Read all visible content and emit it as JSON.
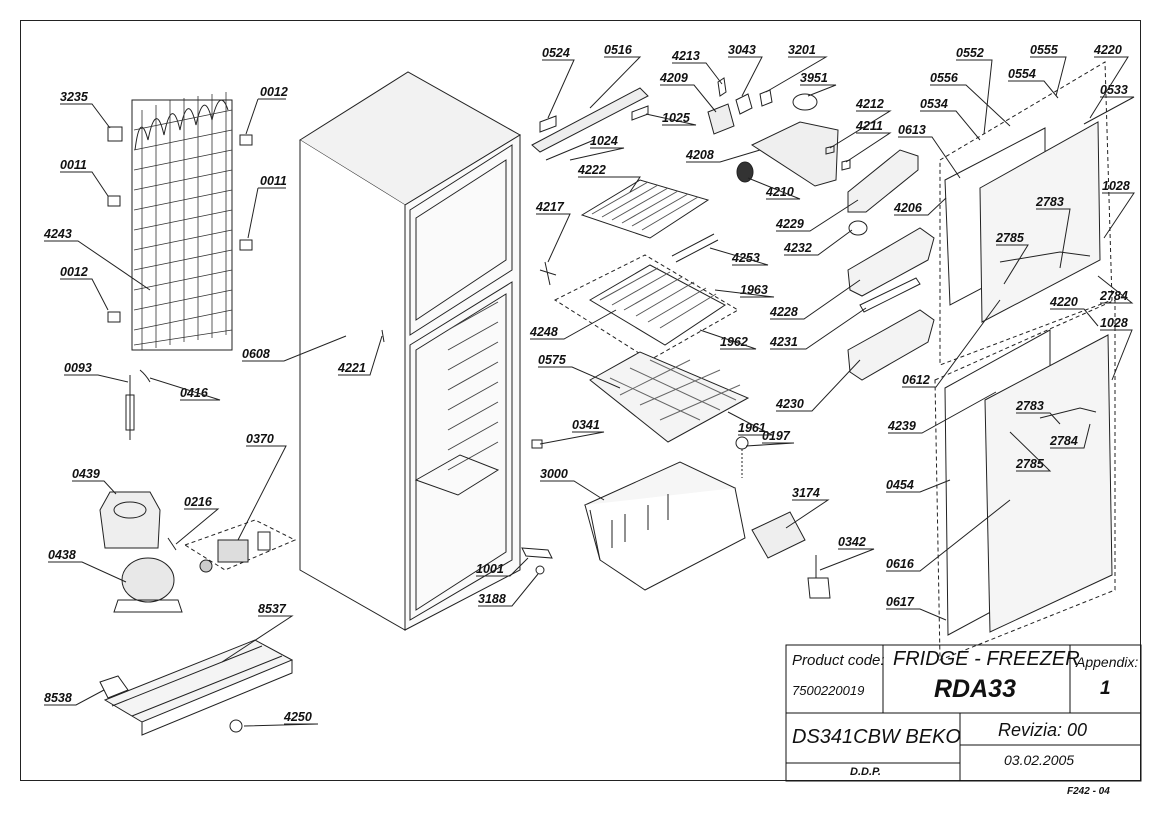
{
  "drawing": {
    "part_labels": [
      "3235",
      "0012",
      "0011",
      "0011",
      "4243",
      "0012",
      "0093",
      "0416",
      "0439",
      "0370",
      "0216",
      "0438",
      "8537",
      "8538",
      "4250",
      "0608",
      "4221",
      "0524",
      "0516",
      "1025",
      "1024",
      "4222",
      "4217",
      "4253",
      "1963",
      "4248",
      "1962",
      "0575",
      "1961",
      "0341",
      "0197",
      "3000",
      "1001",
      "3188",
      "4213",
      "3043",
      "3201",
      "4209",
      "3951",
      "4212",
      "4208",
      "4211",
      "4210",
      "4229",
      "4232",
      "4228",
      "4231",
      "4230",
      "0552",
      "0555",
      "4220",
      "0556",
      "0554",
      "0534",
      "0533",
      "0613",
      "4206",
      "1028",
      "2783",
      "2785",
      "2784",
      "4220",
      "1028",
      "0612",
      "4239",
      "2783",
      "2784",
      "2785",
      "0454",
      "0616",
      "0617",
      "3174",
      "0342"
    ]
  },
  "title_block": {
    "product_code_label": "Product code:",
    "product_code_value": "7500220019",
    "product_title": "FRIDGE - FREEZER",
    "model": "RDA33",
    "appendix_label": "Appendix:",
    "appendix_value": "1",
    "document_name": "DS341CBW BEKO",
    "revision": "Revizia: 00",
    "department": "D.D.P.",
    "date": "03.02.2005"
  },
  "footer": {
    "form_code": "F242 - 04"
  }
}
